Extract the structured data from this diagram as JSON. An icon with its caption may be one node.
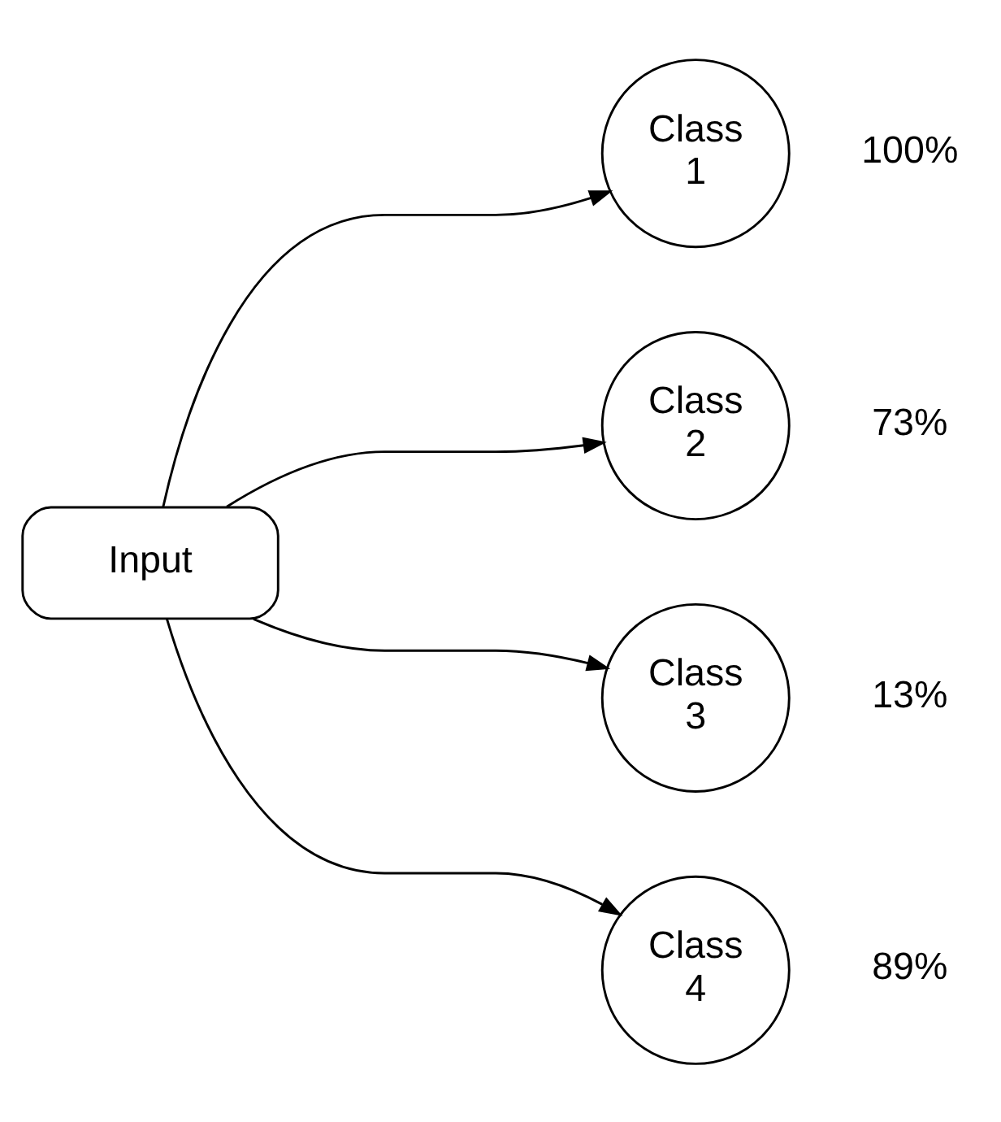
{
  "diagram": {
    "nodes": [
      {
        "text": [
          "Input"
        ]
      },
      {
        "text": [
          "Class 1"
        ],
        "beside": [
          "100%"
        ]
      },
      {
        "text": [
          "Class 2"
        ],
        "beside": [
          "73%"
        ]
      },
      {
        "text": [
          "Class 3"
        ],
        "beside": [
          "13%"
        ]
      },
      {
        "text": [
          "Class 4"
        ],
        "beside": [
          "89%"
        ]
      }
    ],
    "edges": [
      {
        "from": 0,
        "to": 1,
        "arrow": "to"
      },
      {
        "from": 0,
        "to": 2,
        "arrow": "to"
      },
      {
        "from": 0,
        "to": 3,
        "arrow": "to"
      },
      {
        "from": 0,
        "to": 4,
        "arrow": "to"
      }
    ]
  }
}
